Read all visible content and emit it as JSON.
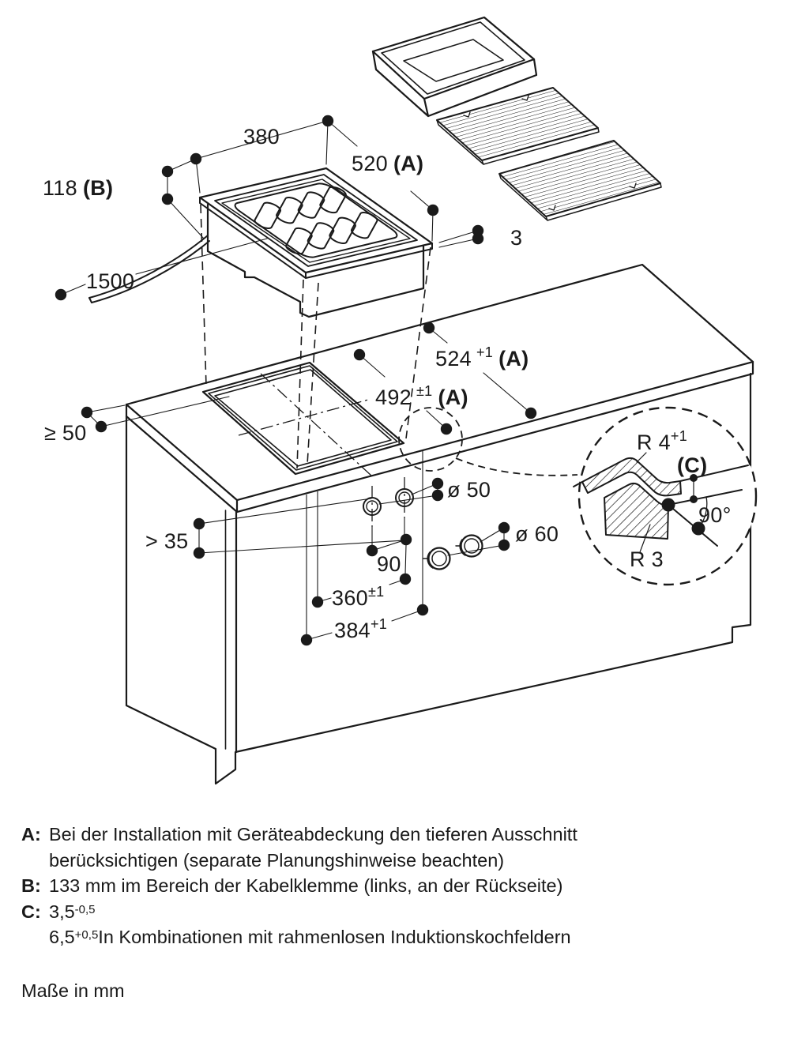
{
  "colors": {
    "ink": "#1a1a1a",
    "paper": "#ffffff"
  },
  "figure": {
    "dims": {
      "w380": {
        "t": "380"
      },
      "w520": {
        "t": "520",
        "a": "(A)"
      },
      "h118": {
        "t": "118",
        "a": "(B)"
      },
      "t3": {
        "t": "3"
      },
      "cable": {
        "t": "1500"
      },
      "c524": {
        "t": "524",
        "sup": "+1",
        "a": "(A)"
      },
      "c492": {
        "t": "492",
        "sup": "±1",
        "a": "(A)"
      },
      "ge50": {
        "t": "≥ 50"
      },
      "gt35": {
        "t": "> 35"
      },
      "dia50": {
        "t": "ø 50"
      },
      "dia60": {
        "t": "ø 60"
      },
      "s90": {
        "t": "90"
      },
      "c360": {
        "t": "360",
        "sup": "±1"
      },
      "c384": {
        "t": "384",
        "sup": "+1"
      }
    },
    "detail": {
      "r4": {
        "t": "R 4",
        "sup": "+1"
      },
      "c": {
        "t": "(C)"
      },
      "deg": {
        "t": "90°"
      },
      "r3": {
        "t": "R 3"
      }
    }
  },
  "notes": {
    "a": {
      "key": "A:",
      "line1": "Bei der Installation mit Geräteabdeckung den tieferen Ausschnitt",
      "line2": "berücksichtigen (separate Planungshinweise beachten)"
    },
    "b": {
      "key": "B:",
      "line1": "133 mm im Bereich der Kabelklemme (links, an der Rückseite)"
    },
    "c": {
      "key": "C:",
      "v1": "3,5",
      "v1sup": "-0,5",
      "v2": "6,5",
      "v2sup": "+0,5",
      "line2": "In Kombinationen mit rahmenlosen Induktionskochfeldern"
    }
  },
  "footer": "Maße in mm"
}
